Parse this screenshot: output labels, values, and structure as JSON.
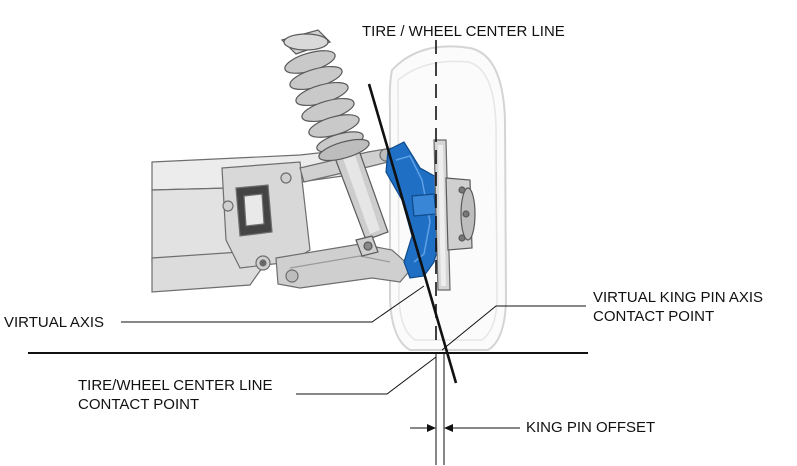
{
  "labels": {
    "tire_wheel_center_line": "TIRE / WHEEL CENTER LINE",
    "virtual_axis": "VIRTUAL AXIS",
    "virtual_king_pin_axis_contact_point": [
      "VIRTUAL KING PIN AXIS",
      "CONTACT POINT"
    ],
    "tire_wheel_center_line_contact_point": [
      "TIRE/WHEEL CENTER LINE",
      "CONTACT POINT"
    ],
    "king_pin_offset": "KING PIN OFFSET"
  },
  "colors": {
    "knuckle_highlight": "#1f6fc4",
    "tire_outline": "#d6d6d6",
    "line": "#111111",
    "suspension_gray": "#9a9a9a"
  }
}
